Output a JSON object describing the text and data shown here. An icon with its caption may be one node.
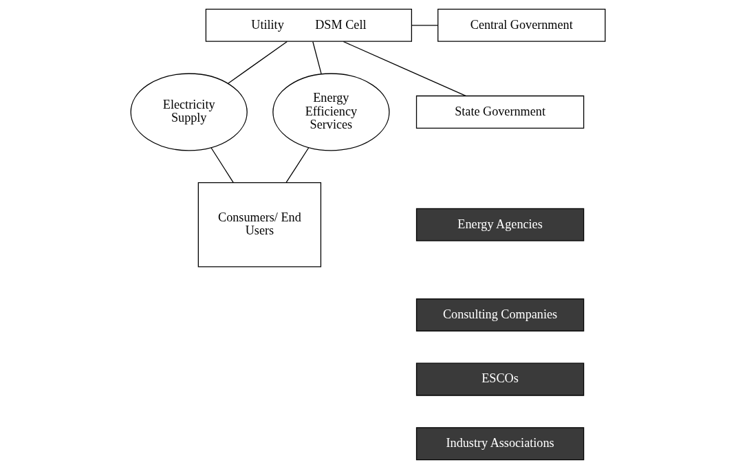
{
  "diagram": {
    "nodes": [
      {
        "text": [
          "Utility",
          "DSM Cell"
        ]
      },
      {
        "text": [
          "Central Government"
        ]
      },
      {
        "text": [
          "State Government"
        ]
      },
      {
        "text": [
          "Electricity Supply"
        ]
      },
      {
        "text": [
          "Energy Efficiency Services"
        ]
      },
      {
        "text": [
          "Consumers/ End Users"
        ]
      },
      {
        "text": [
          "Energy Agencies"
        ]
      },
      {
        "text": [
          "Consulting Companies"
        ]
      },
      {
        "text": [
          "ESCOs"
        ]
      },
      {
        "text": [
          "Industry Associations"
        ]
      }
    ],
    "edges": [
      {
        "from": 0,
        "to": 1,
        "arrow": "none"
      },
      {
        "from": 0,
        "to": 2,
        "arrow": "none"
      },
      {
        "from": 0,
        "to": 3,
        "arrow": "none"
      },
      {
        "from": 0,
        "to": 4,
        "arrow": "none"
      },
      {
        "from": 3,
        "to": 5,
        "arrow": "none"
      },
      {
        "from": 4,
        "to": 5,
        "arrow": "none"
      }
    ]
  }
}
